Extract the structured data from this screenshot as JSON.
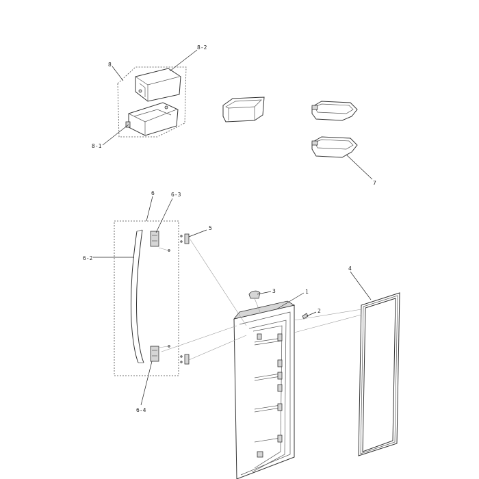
{
  "diagram": {
    "callouts": {
      "c1": "1",
      "c2": "2",
      "c3": "3",
      "c4": "4",
      "c5": "5",
      "c6": "6",
      "c6_2": "6-2",
      "c6_3": "6-3",
      "c6_4": "6-4",
      "c7": "7",
      "c8": "8",
      "c8_1": "8-1",
      "c8_2": "8-2"
    }
  }
}
